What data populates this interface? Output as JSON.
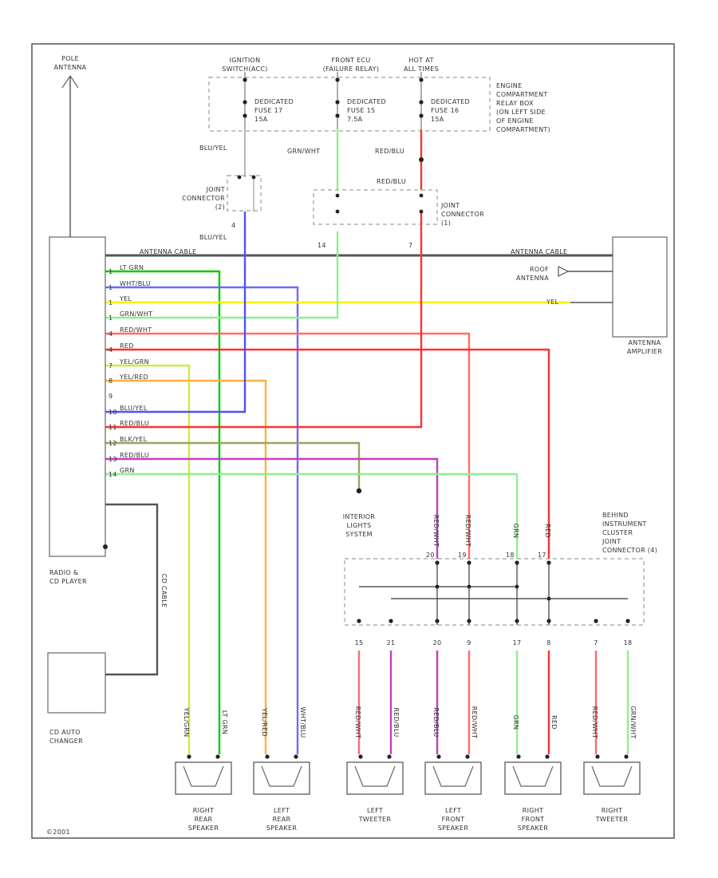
{
  "components": {
    "pole_antenna": "POLE\nANTENNA",
    "radio": "RADIO &\nCD PLAYER",
    "cd_changer": "CD AUTO\nCHANGER",
    "antenna_amplifier": "ANTENNA\nAMPLIFIER",
    "roof_antenna": "ROOF\nANTENNA",
    "interior_lights": "INTERIOR\nLIGHTS\nSYSTEM",
    "engine_relay_box": "ENGINE\nCOMPARTMENT\nRELAY BOX\n(ON LEFT SIDE\nOF ENGINE\nCOMPARTMENT)",
    "joint_connector_left": "JOINT\nCONNECTOR\n(2)",
    "joint_connector_mid": "JOINT\nCONNECTOR\n(1)",
    "behind_cluster": "BEHIND\nINSTRUMENT\nCLUSTER\nJOINT\nCONNECTOR (4)",
    "copyright": "©2001"
  },
  "supply": [
    {
      "source": "IGNITION\nSWITCH(ACC)",
      "fuse": "DEDICATED\nFUSE 17\n15A"
    },
    {
      "source": "FRONT ECU\n(FAILURE RELAY)",
      "fuse": "DEDICATED\nFUSE 15\n7.5A"
    },
    {
      "source": "HOT AT\nALL TIMES",
      "fuse": "DEDICATED\nFUSE 16\n15A"
    }
  ],
  "wire_labels": {
    "blu_yel_1": "BLU/YEL",
    "blu_yel_2": "BLU/YEL",
    "grn_wht": "GRN/WHT",
    "red_blu_1": "RED/BLU",
    "red_blu_2": "RED/BLU",
    "antenna_cable_left": "ANTENNA CABLE",
    "antenna_cable_right": "ANTENNA CABLE",
    "yel_right": "YEL",
    "cd_cable": "CD CABLE",
    "pin_14": "14",
    "pin_7": "7",
    "pin_4": "4"
  },
  "radio_pins": [
    {
      "pin": "1",
      "label": "LT GRN",
      "color": "#00cc00"
    },
    {
      "pin": "1",
      "label": "WHT/BLU",
      "color": "#6a6aff"
    },
    {
      "pin": "1",
      "label": "YEL",
      "color": "#f2f200"
    },
    {
      "pin": "1",
      "label": "GRN/WHT",
      "color": "#90ee90"
    },
    {
      "pin": "4",
      "label": "RED/WHT",
      "color": "#ff6b6b"
    },
    {
      "pin": "4",
      "label": "RED",
      "color": "#ff3030"
    },
    {
      "pin": "7",
      "label": "YEL/GRN",
      "color": "#c8ee40"
    },
    {
      "pin": "8",
      "label": "YEL/RED",
      "color": "#ffb040"
    },
    {
      "pin": "9",
      "label": "",
      "color": "#777777"
    },
    {
      "pin": "10",
      "label": "BLU/YEL",
      "color": "#5050ff"
    },
    {
      "pin": "11",
      "label": "RED/BLU",
      "color": "#ff3030"
    },
    {
      "pin": "12",
      "label": "BLK/YEL",
      "color": "#a0a060"
    },
    {
      "pin": "13",
      "label": "RED/BLU",
      "color": "#c040c0"
    },
    {
      "pin": "14",
      "label": "GRN",
      "color": "#90ee90"
    }
  ],
  "connector_pins": [
    "15",
    "21",
    "20",
    "9",
    "17",
    "8",
    "7",
    "18"
  ],
  "cluster_pins": [
    "20",
    "19",
    "18",
    "17"
  ],
  "speakers": [
    {
      "name": "RIGHT\nREAR\nSPEAKER",
      "wire_a": "YEL/GRN",
      "wire_b": "LT GRN"
    },
    {
      "name": "LEFT\nREAR\nSPEAKER",
      "wire_a": "YEL/RED",
      "wire_b": "WHT/BLU"
    },
    {
      "name": "LEFT\nTWEETER",
      "wire_a": "RED/WHT",
      "wire_b": "RED/BLU"
    },
    {
      "name": "LEFT\nFRONT\nSPEAKER",
      "wire_a": "RED/BLU",
      "wire_b": "RED/WHT"
    },
    {
      "name": "RIGHT\nFRONT\nSPEAKER",
      "wire_a": "GRN",
      "wire_b": "RED"
    },
    {
      "name": "RIGHT\nTWEETER",
      "wire_a": "RED/WHT",
      "wire_b": "GRN/WHT"
    }
  ],
  "drop_labels": [
    "RED/WHT",
    "RED/WHT",
    "GRN",
    "RED"
  ]
}
